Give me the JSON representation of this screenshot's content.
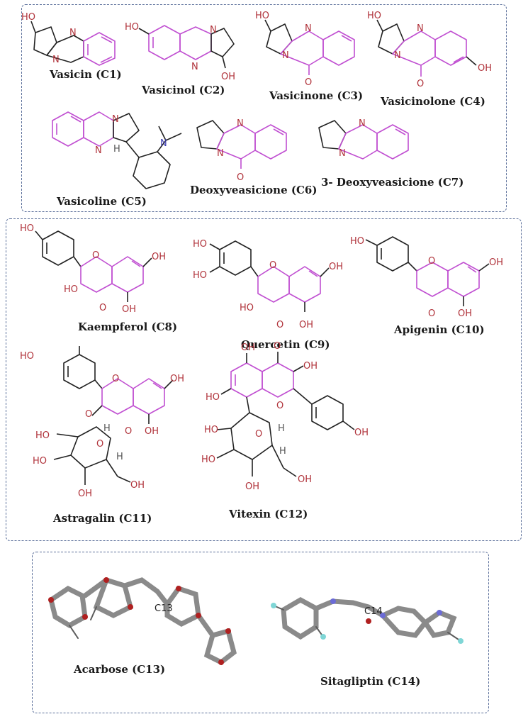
{
  "panels": {
    "alkaloids": {
      "compounds": [
        {
          "id": "c1",
          "label": "Vasicin (C1)"
        },
        {
          "id": "c2",
          "label": "Vasicinol (C2)"
        },
        {
          "id": "c3",
          "label": "Vasicinone (C3)"
        },
        {
          "id": "c4",
          "label": "Vasicinolone (C4)"
        },
        {
          "id": "c5",
          "label": "Vasicoline (C5)"
        },
        {
          "id": "c6",
          "label": "Deoxyveasicione (C6)"
        },
        {
          "id": "c7",
          "label": "3- Deoxyveasicione (C7)"
        }
      ]
    },
    "flavonoids": {
      "compounds": [
        {
          "id": "c8",
          "label": "Kaempferol (C8)"
        },
        {
          "id": "c9",
          "label": "Quercetin (C9)"
        },
        {
          "id": "c10",
          "label": "Apigenin (C10)"
        },
        {
          "id": "c11",
          "label": "Astragalin (C11)"
        },
        {
          "id": "c12",
          "label": "Vitexin (C12)"
        }
      ]
    },
    "references": {
      "compounds": [
        {
          "id": "c13",
          "label": "Acarbose (C13)",
          "inline_tag": "C13"
        },
        {
          "id": "c14",
          "label": "Sitagliptin (C14)",
          "inline_tag": "C14"
        }
      ]
    }
  },
  "atoms": {
    "oh": "OH",
    "ho": "HO",
    "n": "N",
    "o": "O",
    "h": "H"
  },
  "colors": {
    "panel_border": "#5b6f9a",
    "ring_black": "#222222",
    "ring_magenta": "#c04fd1",
    "heteroatom_red": "#b0323a",
    "nitrogen_blue": "#3b3bb0",
    "stick_gray": "#8a8a8a"
  }
}
